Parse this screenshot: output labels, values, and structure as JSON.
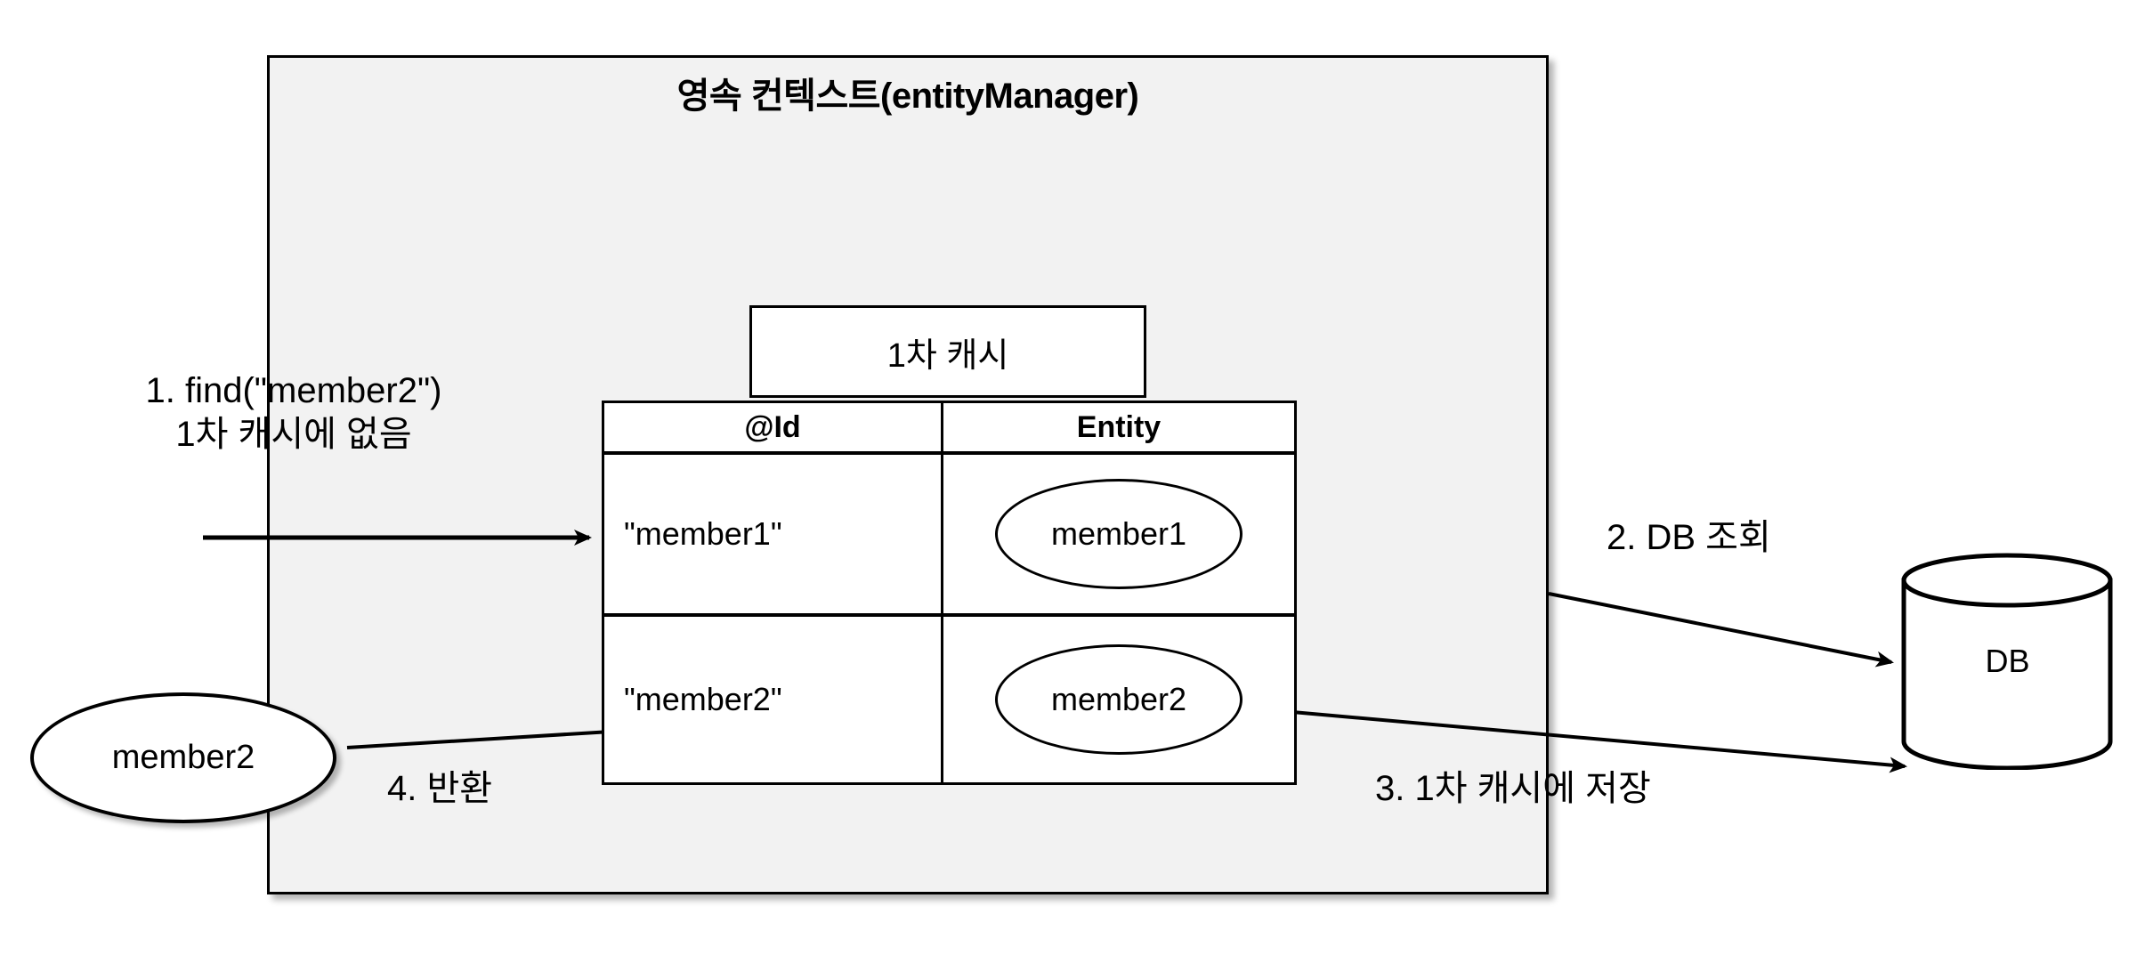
{
  "diagram": {
    "title": "영속 컨텍스트(entityManager)",
    "container_name": "persistence-context",
    "background_color": "#f2f2f2",
    "border_color": "#000000"
  },
  "cache": {
    "label": "1차 캐시",
    "columns": [
      "@Id",
      "Entity"
    ],
    "rows": [
      {
        "id": "\"member1\"",
        "entity": "member1"
      },
      {
        "id": "\"member2\"",
        "entity": "member2"
      }
    ]
  },
  "database": {
    "label": "DB"
  },
  "returned_entity": {
    "label": "member2"
  },
  "steps": [
    {
      "number": "1",
      "text": "1. find(\"member2\")\n1차 캐시에 없음"
    },
    {
      "number": "2",
      "text": "2. DB 조회"
    },
    {
      "number": "3",
      "text": "3. 1차 캐시에 저장"
    },
    {
      "number": "4",
      "text": "4. 반환"
    }
  ],
  "icons": {
    "database_cylinder": "database-cylinder-icon",
    "entity_oval": "entity-oval-icon",
    "arrow_head": "arrow-head-icon"
  }
}
